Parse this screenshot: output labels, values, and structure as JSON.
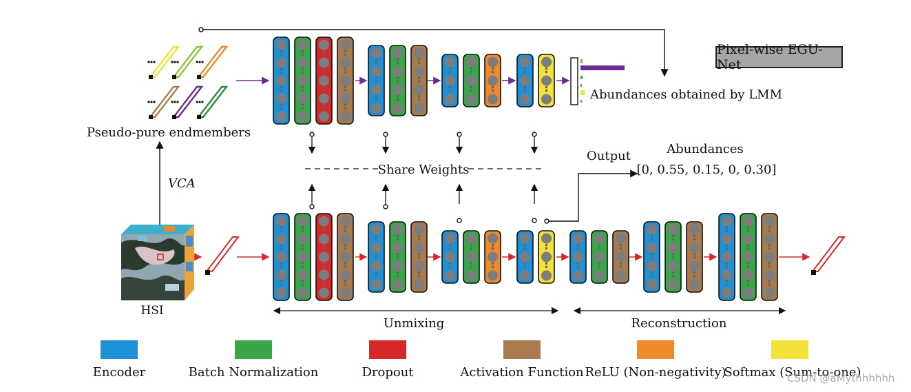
{
  "title": "Pixel-wise EGU-Net",
  "labels": {
    "pseudo_pure": "Pseudo-pure endmembers",
    "vca": "VCA",
    "hsi": "HSI",
    "share_weights": "Share Weights",
    "abundances_lmm": "Abundances obtained by LMM",
    "output": "Output",
    "abundances": "Abundances",
    "abundance_values": "[0,  0.55,  0.15,  0,  0.30]",
    "unmixing": "Unmixing",
    "reconstruction": "Reconstruction"
  },
  "legend": [
    {
      "label": "Encoder",
      "color": "#1e90d8"
    },
    {
      "label": "Batch Normalization",
      "color": "#3aa64a"
    },
    {
      "label": "Dropout",
      "color": "#d62828"
    },
    {
      "label": "Activation Function",
      "color": "#a87b4f"
    },
    {
      "label": "ReLU (Non-negativity)",
      "color": "#ec8a2c"
    },
    {
      "label": "Softmax (Sum-to-one)",
      "color": "#f2e23a"
    }
  ],
  "colors": {
    "encoder": "#1e90d8",
    "batchnorm": "#3aa64a",
    "dropout": "#d62828",
    "activation": "#a87b4f",
    "relu": "#ec8a2c",
    "softmax": "#f2e23a",
    "top_arrow": "#6a2c91",
    "bottom_arrow": "#d62828"
  },
  "watermark": "CSDN @aMythhhhhh"
}
